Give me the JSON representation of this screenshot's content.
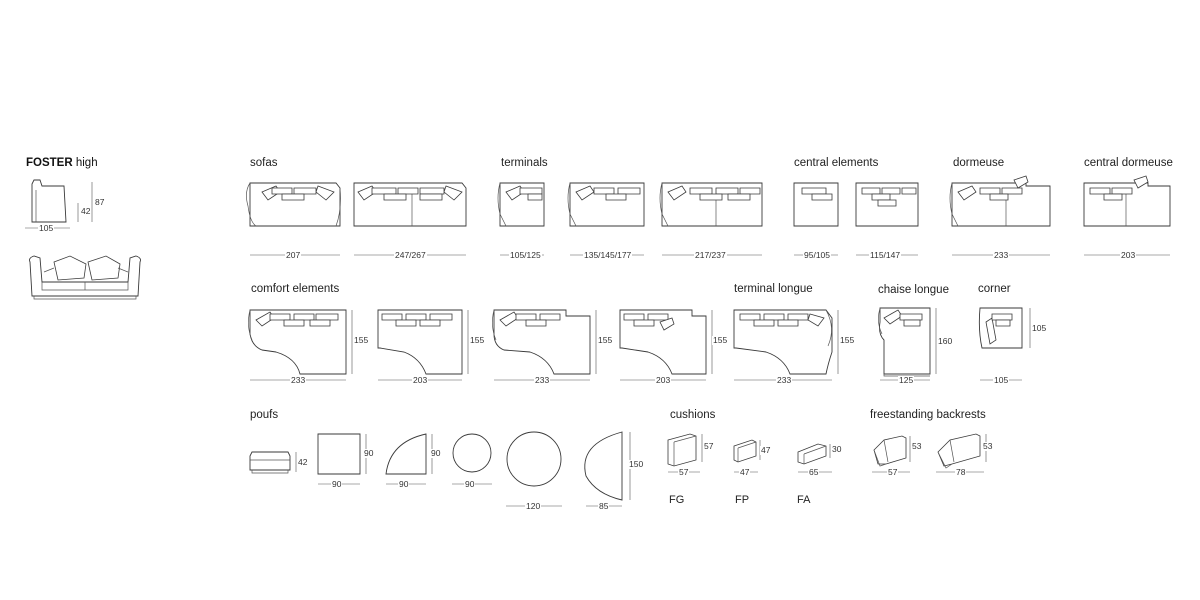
{
  "product": {
    "name": "FOSTER",
    "variant": "high"
  },
  "side_view": {
    "depth": "105",
    "seat_height": "42",
    "height": "87"
  },
  "sections": {
    "sofas": "sofas",
    "terminals": "terminals",
    "central_elements": "central elements",
    "dormeuse": "dormeuse",
    "central_dormeuse": "central dormeuse",
    "comfort_elements": "comfort elements",
    "terminal_longue": "terminal longue",
    "chaise_longue": "chaise longue",
    "corner": "corner",
    "poufs": "poufs",
    "cushions": "cushions",
    "freestanding_backrests": "freestanding backrests"
  },
  "dims": {
    "sofa_1": "207",
    "sofa_2": "247/267",
    "terminal_1": "105/125",
    "terminal_2": "135/145/177",
    "terminal_3": "217/237",
    "central_1": "95/105",
    "central_2": "115/147",
    "dormeuse": "233",
    "central_dormeuse": "203",
    "comfort_1_w": "233",
    "comfort_1_d": "155",
    "comfort_2_w": "203",
    "comfort_2_d": "155",
    "comfort_3_w": "233",
    "comfort_3_d": "155",
    "comfort_4_w": "203",
    "comfort_4_d": "155",
    "terminal_longue_w": "233",
    "terminal_longue_d": "155",
    "chaise_longue_w": "125",
    "chaise_longue_d": "160",
    "corner_w": "105",
    "corner_d": "105",
    "pouf_rect_h": "42",
    "pouf_square_w": "90",
    "pouf_square_d": "90",
    "pouf_quarter_w": "90",
    "pouf_quarter_d": "90",
    "pouf_round_small": "90",
    "pouf_round_large": "120",
    "pouf_half_w": "85",
    "pouf_half_d": "150",
    "cushion_fg_w": "57",
    "cushion_fg_h": "57",
    "cushion_fp_w": "47",
    "cushion_fp_h": "47",
    "cushion_fa_w": "65",
    "cushion_fa_h": "30",
    "backrest_1_w": "57",
    "backrest_1_h": "53",
    "backrest_2_w": "78",
    "backrest_2_h": "53"
  },
  "cushion_codes": {
    "fg": "FG",
    "fp": "FP",
    "fa": "FA"
  }
}
